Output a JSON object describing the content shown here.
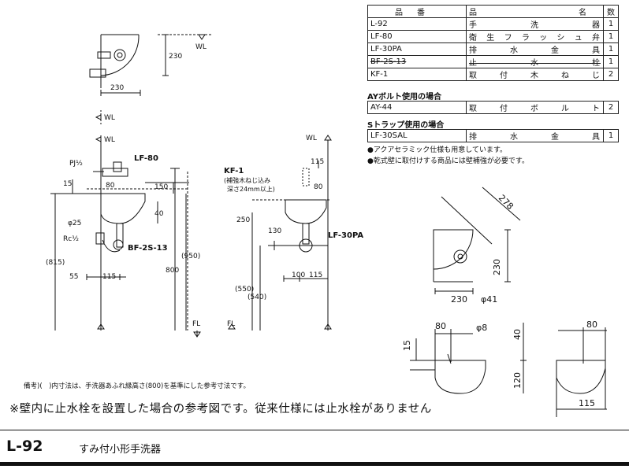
{
  "table": {
    "header": {
      "code": "品番",
      "name": "品名",
      "qty": "数"
    },
    "rows": [
      {
        "code": "L-92",
        "name": "手洗器",
        "qty": "1"
      },
      {
        "code": "LF-80",
        "name": "衛生フラッシュ弁",
        "qty": "1"
      },
      {
        "code": "LF-30PA",
        "name": "排水金具",
        "qty": "1"
      },
      {
        "code": "BF-2S-13",
        "name": "止水栓",
        "qty": "1"
      },
      {
        "code": "KF-1",
        "name": "取付木ねじ",
        "qty": "2"
      }
    ],
    "ay_title": "AYボルト使用の場合",
    "ay_rows": [
      {
        "code": "AY-44",
        "name": "取付ボルト",
        "qty": "2"
      }
    ],
    "s_title": "Sトラップ使用の場合",
    "s_rows": [
      {
        "code": "LF-30SAL",
        "name": "排水金具",
        "qty": "1"
      }
    ]
  },
  "notes": [
    "●アクアセラミック仕様も用意しています。",
    "●乾式壁に取付けする商品には壁補強が必要です。"
  ],
  "labels": {
    "wl": "WL",
    "fl": "FL",
    "pj": "PJ½",
    "rc": "Rc½",
    "lf80": "LF-80",
    "bf": "BF-2S-13",
    "kf1": "KF-1",
    "kf1_note1": "(補強木ねじ込み",
    "kf1_note2": "深さ24mm以上)",
    "lf30": "LF-30PA",
    "phi25": "φ25",
    "phi41": "φ41",
    "phi8": "φ8"
  },
  "dims": {
    "d230": "230",
    "d15": "15",
    "d80": "80",
    "d150": "150",
    "d40": "40",
    "d950": "(950)",
    "d815": "(815)",
    "d800": "800",
    "d55": "55",
    "d115": "115",
    "d250": "250",
    "d130": "130",
    "d550": "(550)",
    "d540": "(540)",
    "d100": "100",
    "d278": "278",
    "d120": "120"
  },
  "bottom_note": "備考)(　)内寸法は、手洗器あふれ縁高さ(800)を基準にした参考寸法です。",
  "warning": "※壁内に止水栓を設置した場合の参考図です。従来仕様には止水栓がありません",
  "footer": {
    "code": "L-92",
    "title": "すみ付小形手洗器"
  }
}
